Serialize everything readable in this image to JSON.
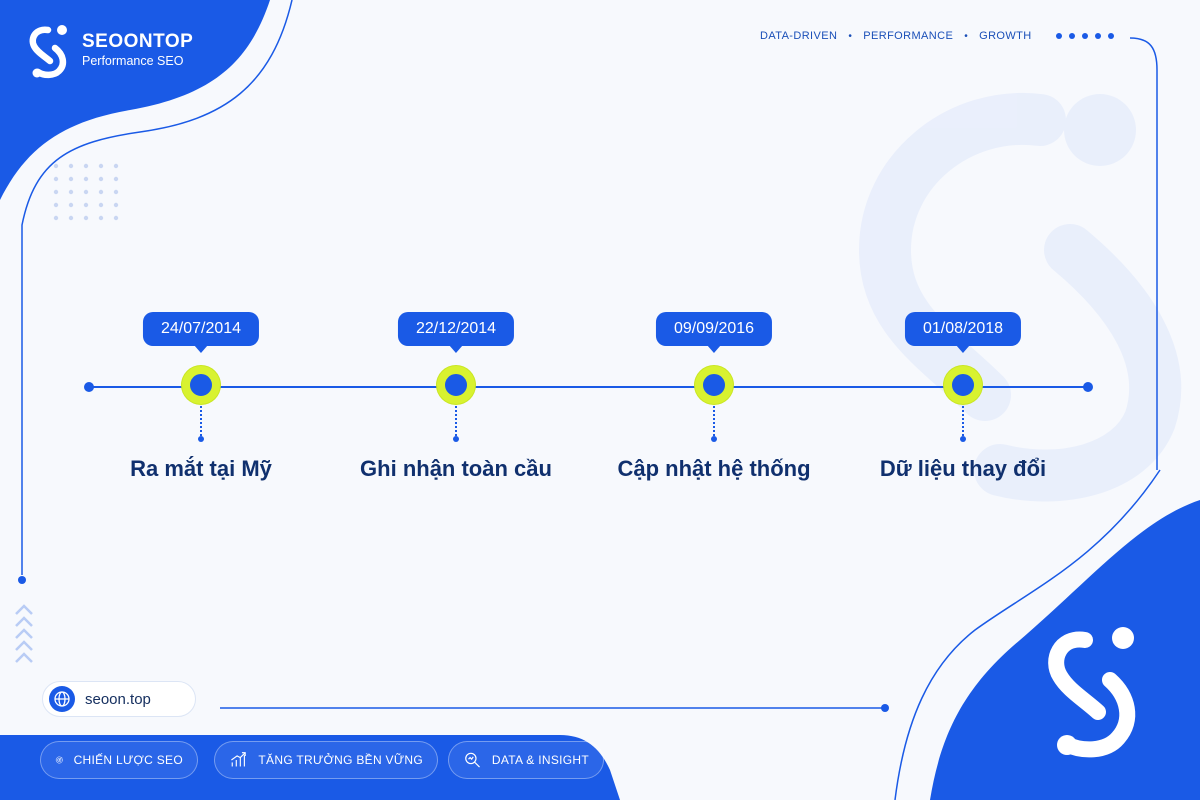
{
  "brand": {
    "name": "SEOONTOP",
    "subtitle": "Performance SEO"
  },
  "tagline": {
    "items": [
      "DATA-DRIVEN",
      "PERFORMANCE",
      "GROWTH"
    ],
    "separator": "•"
  },
  "timeline": {
    "milestones": [
      {
        "date": "24/07/2014",
        "label": "Ra mắt tại Mỹ"
      },
      {
        "date": "22/12/2014",
        "label": "Ghi nhận toàn cầu"
      },
      {
        "date": "09/09/2016",
        "label": "Cập nhật hệ thống"
      },
      {
        "date": "01/08/2018",
        "label": "Dữ liệu thay đổi"
      }
    ]
  },
  "website": {
    "icon": "globe-icon",
    "text": "seoon.top"
  },
  "footer": {
    "pills": [
      {
        "icon": "target-icon",
        "label": "CHIẾN LƯỢC SEO"
      },
      {
        "icon": "growth-chart-icon",
        "label": "TĂNG TRƯỞNG BỀN VỮNG"
      },
      {
        "icon": "magnifier-icon",
        "label": "DATA & INSIGHT"
      }
    ]
  },
  "colors": {
    "brand_blue": "#1a5ae6",
    "accent_lime": "#d8f230",
    "navy_text": "#10306e",
    "background": "#f7f9fd"
  }
}
